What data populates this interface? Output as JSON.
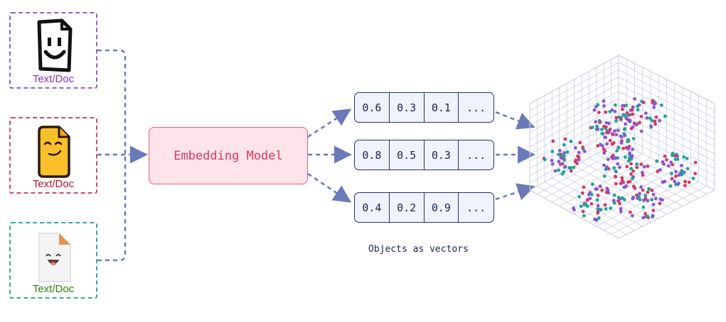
{
  "documents": [
    {
      "label": "Text/Doc",
      "color": "#8b2fc9"
    },
    {
      "label": "Text/Doc",
      "color": "#b8142e"
    },
    {
      "label": "Text/Doc",
      "color": "#2e7d12"
    }
  ],
  "model": {
    "label": "Embedding Model"
  },
  "vectors": [
    {
      "cells": [
        "0.6",
        "0.3",
        "0.1",
        "..."
      ]
    },
    {
      "cells": [
        "0.8",
        "0.5",
        "0.3",
        "..."
      ]
    },
    {
      "cells": [
        "0.4",
        "0.2",
        "0.9",
        "..."
      ]
    }
  ],
  "caption": "Objects as vectors",
  "colors": {
    "arrow": "#6a7ab8",
    "point_colors": [
      "#d23a60",
      "#1fa39a",
      "#8a55d6"
    ]
  }
}
